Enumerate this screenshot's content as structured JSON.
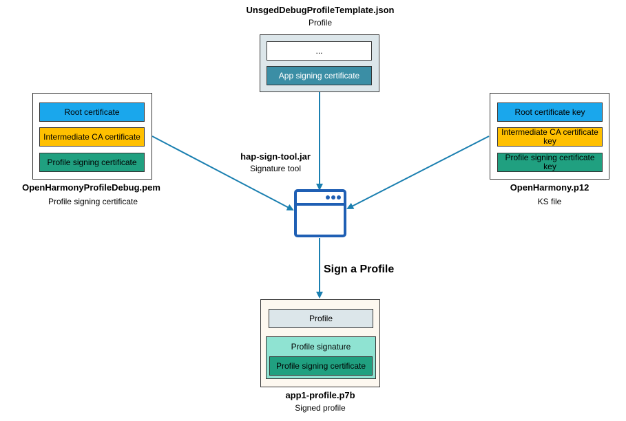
{
  "top": {
    "filename": "UnsgedDebugProfileTemplate.json",
    "subtitle": "Profile",
    "ellipsis": "...",
    "app_cert": "App signing certificate"
  },
  "left": {
    "root": "Root certificate",
    "intermediate": "Intermediate CA certificate",
    "profile_cert": "Profile signing certificate",
    "filename": "OpenHarmonyProfileDebug.pem",
    "subtitle": "Profile signing certificate"
  },
  "right": {
    "root_key": "Root certificate key",
    "intermediate_key": "Intermediate CA certificate key",
    "profile_key": "Profile signing certificate key",
    "filename": "OpenHarmony.p12",
    "subtitle": "KS file"
  },
  "tool": {
    "name": "hap-sign-tool.jar",
    "subtitle": "Signature tool"
  },
  "action": "Sign a Profile",
  "bottom": {
    "profile": "Profile",
    "signature": "Profile signature",
    "signing_cert": "Profile signing certificate",
    "filename": "app1-profile.p7b",
    "subtitle": "Signed profile"
  },
  "colors": {
    "blue": "#1AA7EC",
    "yellow": "#FFC000",
    "teal": "#20A080",
    "steel": "#3B8EA5",
    "arrow": "#1A7FB0",
    "tool_icon": "#1F5FB4",
    "mint": "#8FE3D2",
    "pale_panel": "#DCE6EA",
    "cream": "#FDF8F0"
  }
}
